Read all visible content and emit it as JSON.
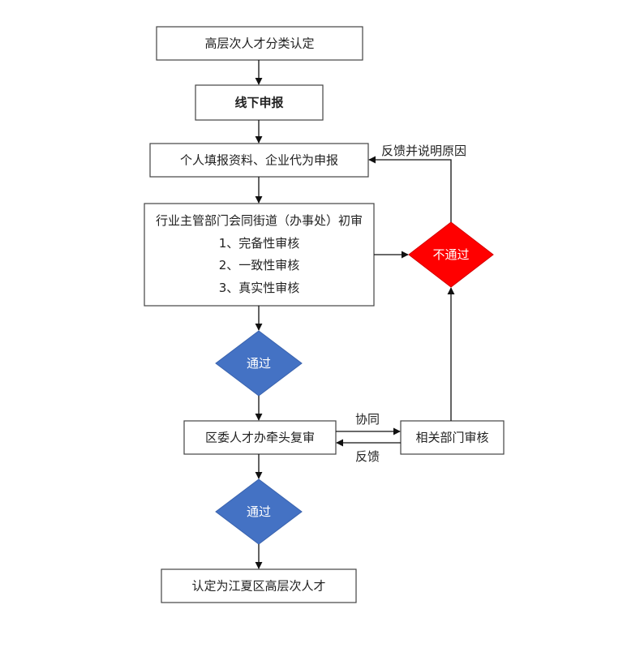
{
  "nodes": {
    "classify": {
      "label": "高层次人才分类认定"
    },
    "offline_apply": {
      "label": "线下申报"
    },
    "fill_materials": {
      "label": "个人填报资料、企业代为申报"
    },
    "preliminary_review": {
      "title": "行业主管部门会同街道（办事处）初审",
      "items": [
        "1、完备性审核",
        "2、一致性审核",
        "3、真实性审核"
      ]
    },
    "pass_1": {
      "label": "通过",
      "color": "#4472C4"
    },
    "fail": {
      "label": "不通过",
      "color": "#FF0000"
    },
    "district_review": {
      "label": "区委人才办牵头复审"
    },
    "dept_review": {
      "label": "相关部门审核"
    },
    "pass_2": {
      "label": "通过",
      "color": "#4472C4"
    },
    "certified": {
      "label": "认定为江夏区高层次人才"
    }
  },
  "edges": {
    "feedback_explain": {
      "label": "反馈并说明原因"
    },
    "coordinate": {
      "label": "协同"
    },
    "feedback": {
      "label": "反馈"
    }
  }
}
